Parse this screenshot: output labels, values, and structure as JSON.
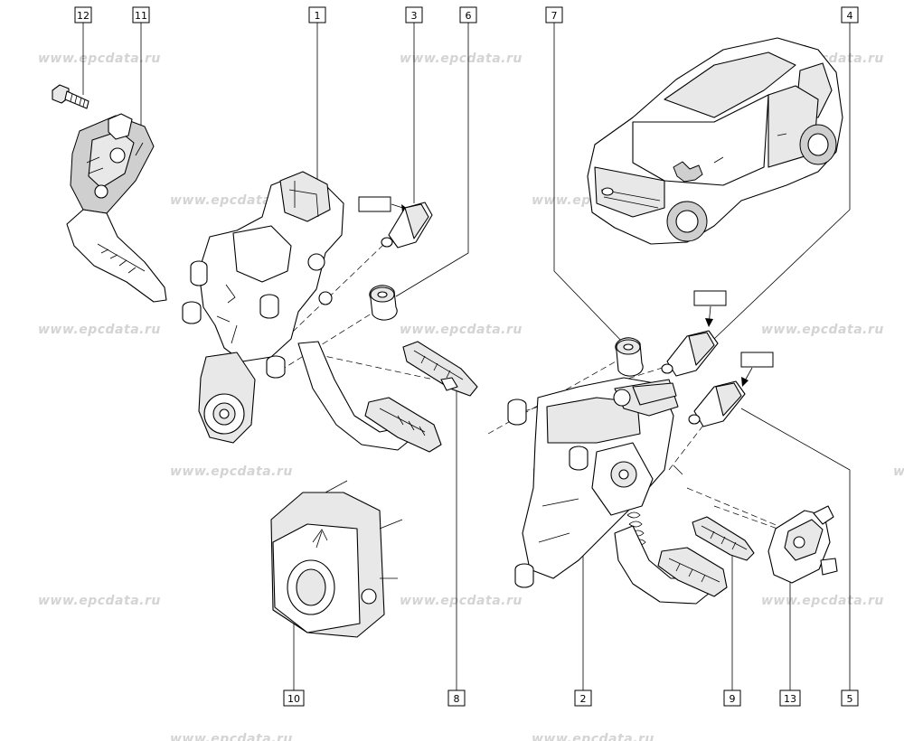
{
  "watermark": {
    "text": "www.epcdata.ru"
  },
  "callouts": {
    "c1": "1",
    "c2": "2",
    "c3": "3",
    "c4": "4",
    "c5": "5",
    "c6": "6",
    "c7": "7",
    "c8": "8",
    "c9": "9",
    "c10": "10",
    "c11": "11",
    "c12": "12",
    "c13": "13"
  }
}
